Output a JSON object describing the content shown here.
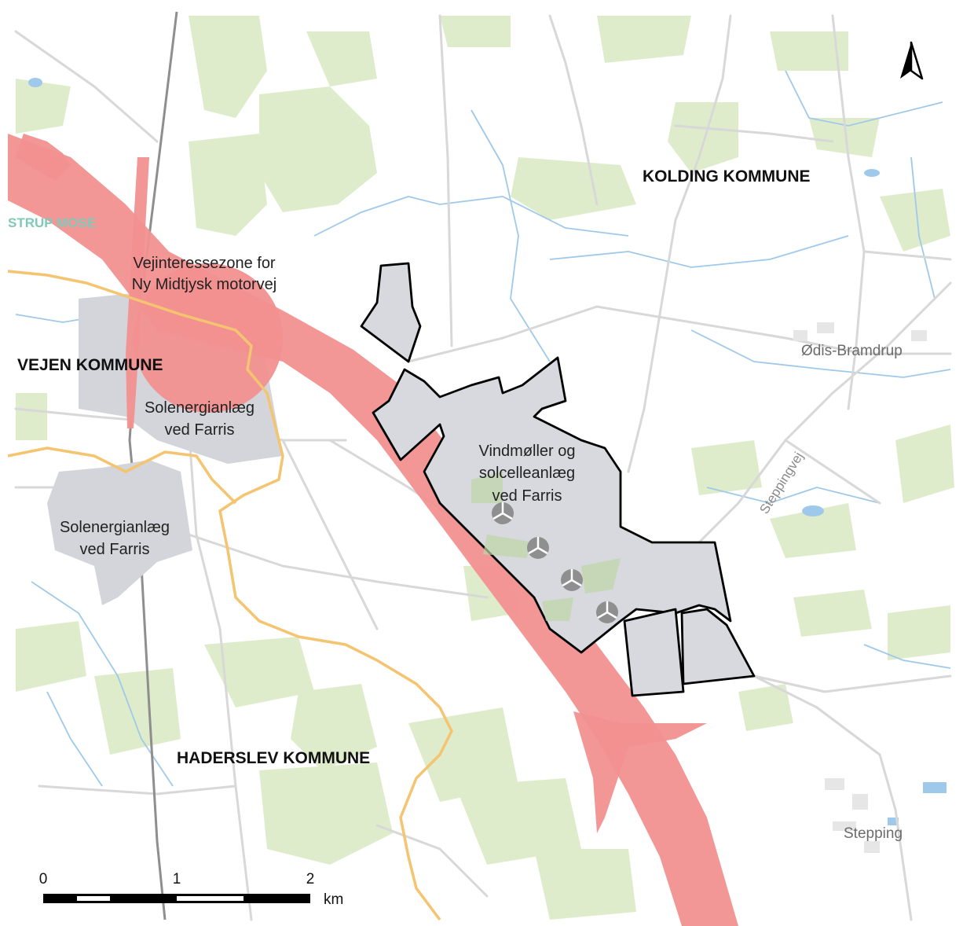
{
  "colors": {
    "background": "#ffffff",
    "forest": "#dfeccb",
    "water": "#9fc9ea",
    "road": "#d8d8d8",
    "railway": "#8e8e8e",
    "motorway_zone": "#f29090",
    "project_area": "#d7d9df",
    "existing_solar": "#d3d5db",
    "municipal_border": "#f4c470",
    "turbine": "#8f8f8f"
  },
  "labels": {
    "kolding": "KOLDING KOMMUNE",
    "vejen": "VEJEN KOMMUNE",
    "haderslev": "HADERSLEV KOMMUNE",
    "vejinteresse_line1": "Vejinteressezone for",
    "vejinteresse_line2": "Ny Midtjysk motorvej",
    "solar1_line1": "Solenergianlæg",
    "solar1_line2": "ved Farris",
    "solar2_line1": "Solenergianlæg",
    "solar2_line2": "ved Farris",
    "project_line1": "Vindmøller og",
    "project_line2": "solcelleanlæg",
    "project_line3": "ved Farris",
    "odis": "Ødis-Bramdrup",
    "stepping": "Stepping",
    "steppingvej": "Steppingvej",
    "mose": "STRUP MOSE"
  },
  "turbines": 4,
  "north_arrow": {
    "icon": "north-arrow-icon"
  },
  "scale_bar": {
    "ticks": [
      "0",
      "1",
      "2"
    ],
    "unit": "km"
  }
}
